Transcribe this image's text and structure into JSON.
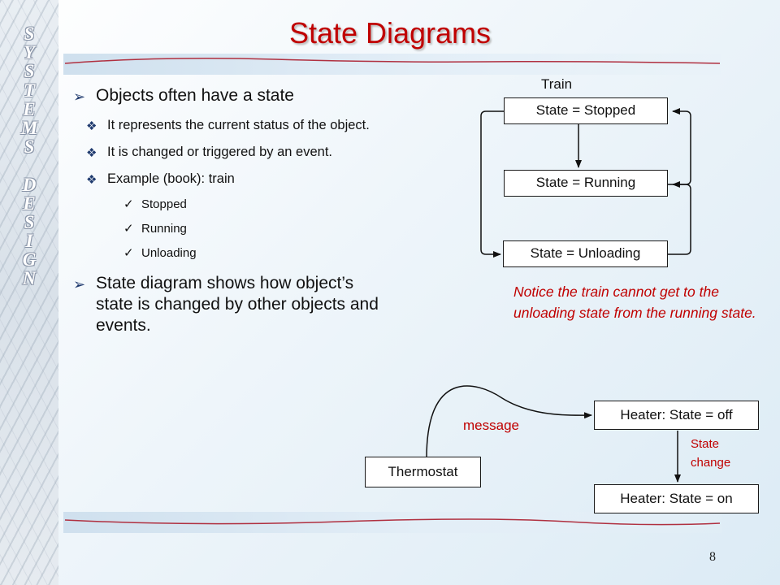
{
  "slide": {
    "title": "State Diagrams",
    "side_title_letters": [
      "S",
      "Y",
      "S",
      "T",
      "E",
      "M",
      "S",
      " ",
      "D",
      "E",
      "S",
      "I",
      "G",
      "N"
    ],
    "page_number": "8"
  },
  "bullets": {
    "b1": "Objects often have a state",
    "b1_sub1": "It represents the current status of the object.",
    "b1_sub2": "It is changed or triggered by an event.",
    "b1_sub3": "Example (book): train",
    "b1_sub3_items": [
      "Stopped",
      "Running",
      "Unloading"
    ],
    "b2": "State diagram shows how object’s state is changed by other objects and events."
  },
  "train_diagram": {
    "label": "Train",
    "states": [
      "State = Stopped",
      "State = Running",
      "State = Unloading"
    ],
    "note": "Notice the train cannot get to the unloading state from the running state."
  },
  "heater_diagram": {
    "source": "Thermostat",
    "message_label": "message",
    "state_off": "Heater: State = off",
    "state_on": "Heater: State = on",
    "change_label_line1": "State",
    "change_label_line2": "change"
  },
  "colors": {
    "title": "#c00000",
    "note": "#c00000",
    "bullet_marker": "#1f3a6e"
  },
  "icons": {
    "level1_bullet": "arrow-bullet-icon",
    "level2_bullet": "diamond-cluster-icon",
    "level3_bullet": "checkmark-icon"
  }
}
